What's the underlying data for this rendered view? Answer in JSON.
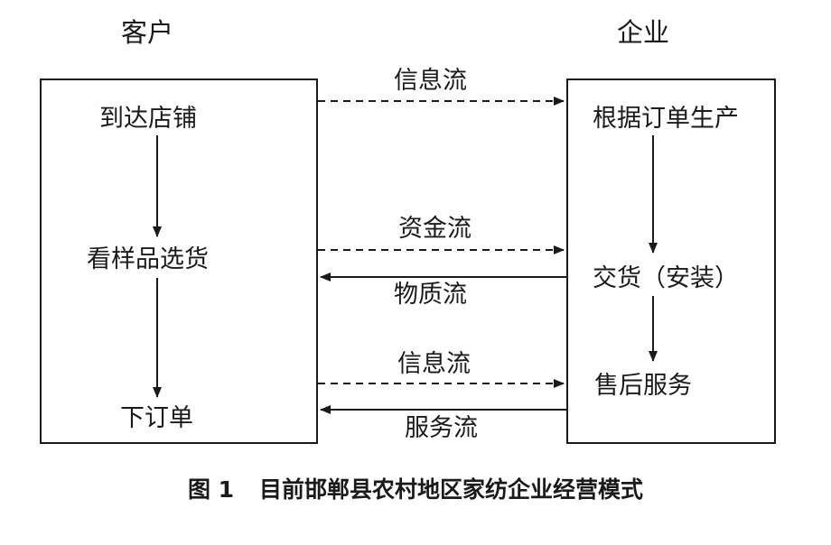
{
  "left_title": "客户",
  "right_title": "企业",
  "customer_steps": [
    "到达店铺",
    "看样品选货",
    "下订单"
  ],
  "enterprise_steps": [
    "根据订单生产",
    "交货（安装）",
    "售后服务"
  ],
  "flows": {
    "info_top": "信息流",
    "capital": "资金流",
    "material": "物质流",
    "info_bottom": "信息流",
    "service": "服务流"
  },
  "caption": {
    "number": "图 1",
    "text": "目前邯郸县农村地区家纺企业经营模式"
  }
}
